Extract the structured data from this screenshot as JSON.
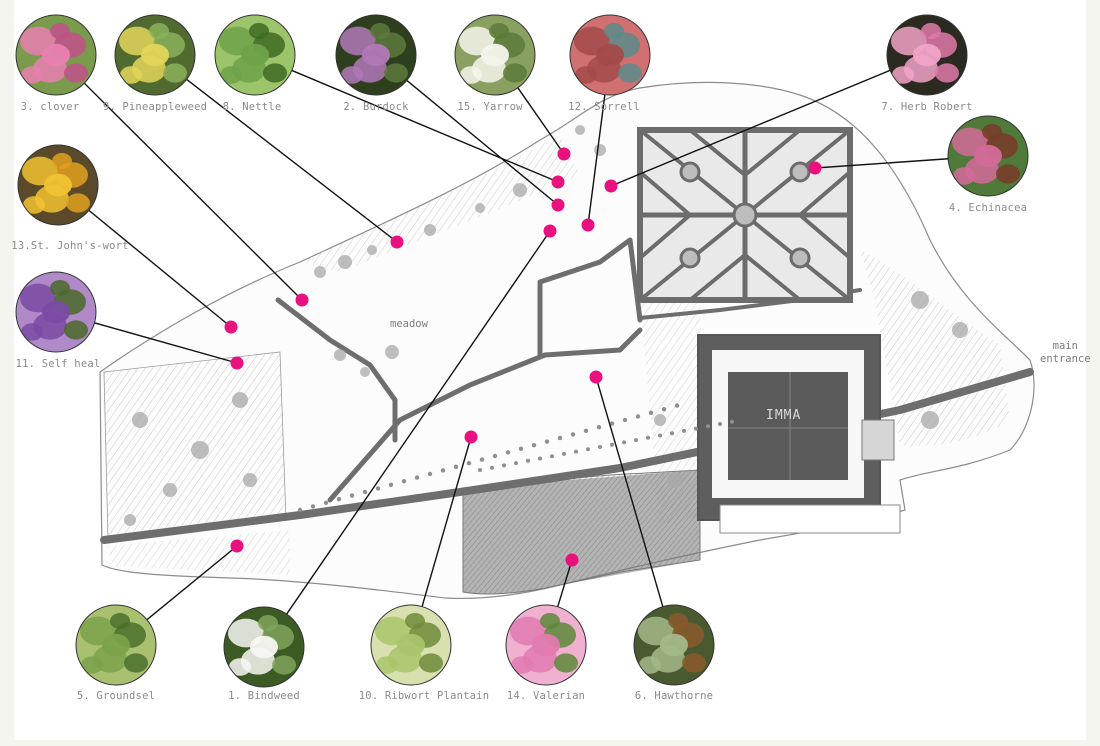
{
  "map": {
    "area_labels": {
      "meadow": "meadow",
      "building": "IMMA",
      "entrance": [
        "main",
        "entrance"
      ]
    },
    "marker_color": "#e8117f",
    "plants": [
      {
        "label": "1. Bindweed",
        "icon": "bindweed-photo",
        "colors": [
          "#f7f7f2",
          "#7fa35a",
          "#3c5a24"
        ]
      },
      {
        "label": "2. Burdock",
        "icon": "burdock-photo",
        "colors": [
          "#b178b8",
          "#5c7a3c",
          "#2e3f1e"
        ]
      },
      {
        "label": "3. clover",
        "icon": "clover-photo",
        "colors": [
          "#e87fb0",
          "#c2508a",
          "#7a9a4c"
        ]
      },
      {
        "label": "4. Echinacea",
        "icon": "echinacea-photo",
        "colors": [
          "#d36a9a",
          "#7a3a2a",
          "#4f7a3a"
        ]
      },
      {
        "label": "5. Groundsel",
        "icon": "groundsel-photo",
        "colors": [
          "#7ba24a",
          "#4a6e2a",
          "#a8c070"
        ]
      },
      {
        "label": "6. Hawthorne",
        "icon": "hawthorne-photo",
        "colors": [
          "#a3b88a",
          "#8a5a2c",
          "#4a5a30"
        ]
      },
      {
        "label": "7. Herb Robert",
        "icon": "herb-robert-photo",
        "colors": [
          "#f2a3c8",
          "#e07aa9",
          "#2a2a20"
        ]
      },
      {
        "label": "8. Nettle",
        "icon": "nettle-photo",
        "colors": [
          "#6ea24a",
          "#3e6a22",
          "#9cc46a"
        ]
      },
      {
        "label": "9. Pineappleweed",
        "icon": "pineappleweed-photo",
        "colors": [
          "#e3d55a",
          "#8ab05a",
          "#506a30"
        ]
      },
      {
        "label": "10. Ribwort Plantain",
        "icon": "ribwort-plantain-photo",
        "colors": [
          "#a9c46a",
          "#6e8a3a",
          "#d8e0b0"
        ]
      },
      {
        "label": "11. Self heal",
        "icon": "self-heal-photo",
        "colors": [
          "#7a4aa3",
          "#4a6a2a",
          "#b08ac8"
        ]
      },
      {
        "label": "12. Sorrell",
        "icon": "sorrell-photo",
        "colors": [
          "#a34a4a",
          "#5c8a8a",
          "#d07070"
        ]
      },
      {
        "label": "13.St. John's-wort",
        "icon": "st-johns-wort-photo",
        "colors": [
          "#f2c232",
          "#e0a020",
          "#5a4a2a"
        ]
      },
      {
        "label": "14. Valerian",
        "icon": "valerian-photo",
        "colors": [
          "#e07ab0",
          "#5c8a3a",
          "#f0b0d0"
        ]
      },
      {
        "label": "15. Yarrow",
        "icon": "yarrow-photo",
        "colors": [
          "#f4f4ec",
          "#5a7a3a",
          "#8aa060"
        ]
      }
    ]
  }
}
